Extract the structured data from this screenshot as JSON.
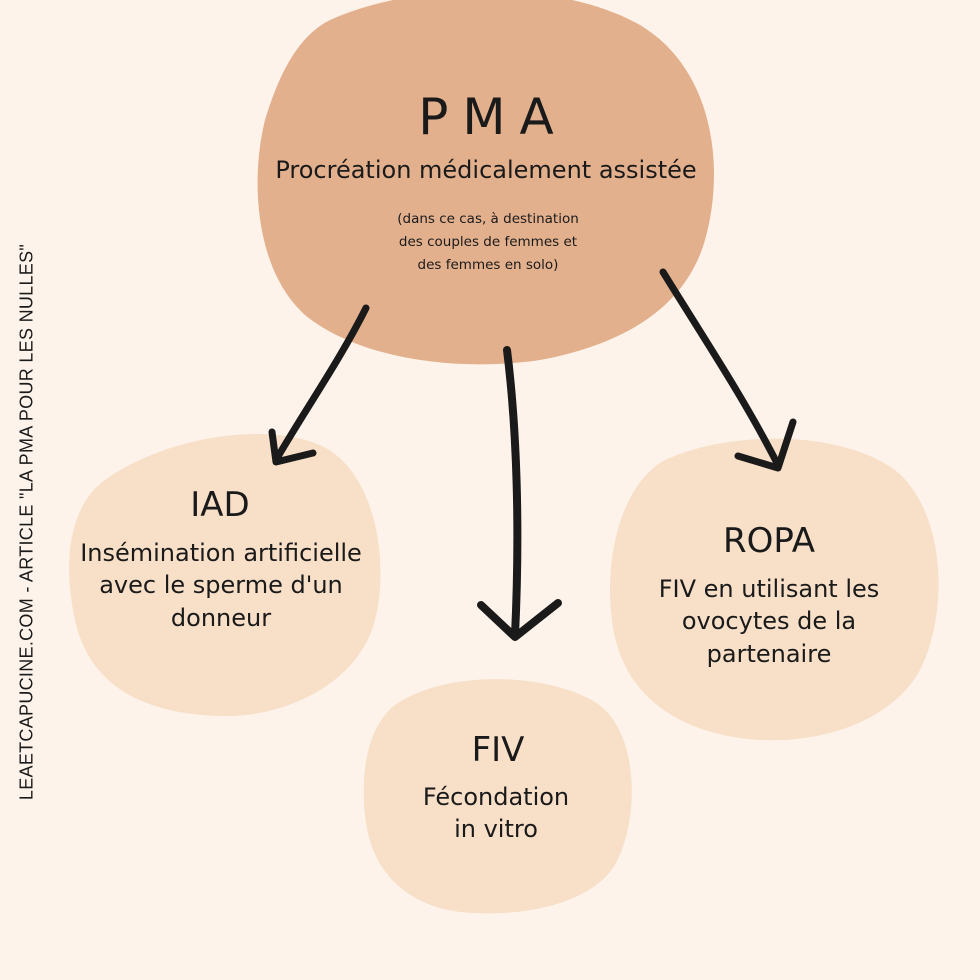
{
  "main": {
    "title": "PMA",
    "subtitle": "Procréation médicalement assistée",
    "note": [
      "(dans ce cas, à destination",
      "des couples de femmes et",
      "des femmes en solo)"
    ]
  },
  "nodes": {
    "iad": {
      "title": "IAD",
      "lines": [
        "Insémination artificielle",
        "avec le sperme d'un",
        "donneur"
      ]
    },
    "fiv": {
      "title": "FIV",
      "lines": [
        "Fécondation",
        "in vitro"
      ]
    },
    "ropa": {
      "title": "ROPA",
      "lines": [
        "FIV en utilisant les",
        "ovocytes de la",
        "partenaire"
      ]
    }
  },
  "sidebar_text": "LEAETCAPUCINE.COM - ARTICLE \"LA PMA POUR LES NULLES\"",
  "colors": {
    "background": "#fdf3ea",
    "main_blob": "#e3b08e",
    "child_blob": "#f7dfc8",
    "ink": "#1a1a1a"
  },
  "icons": [
    "arrow-left-down-icon",
    "arrow-down-icon",
    "arrow-right-down-icon"
  ]
}
